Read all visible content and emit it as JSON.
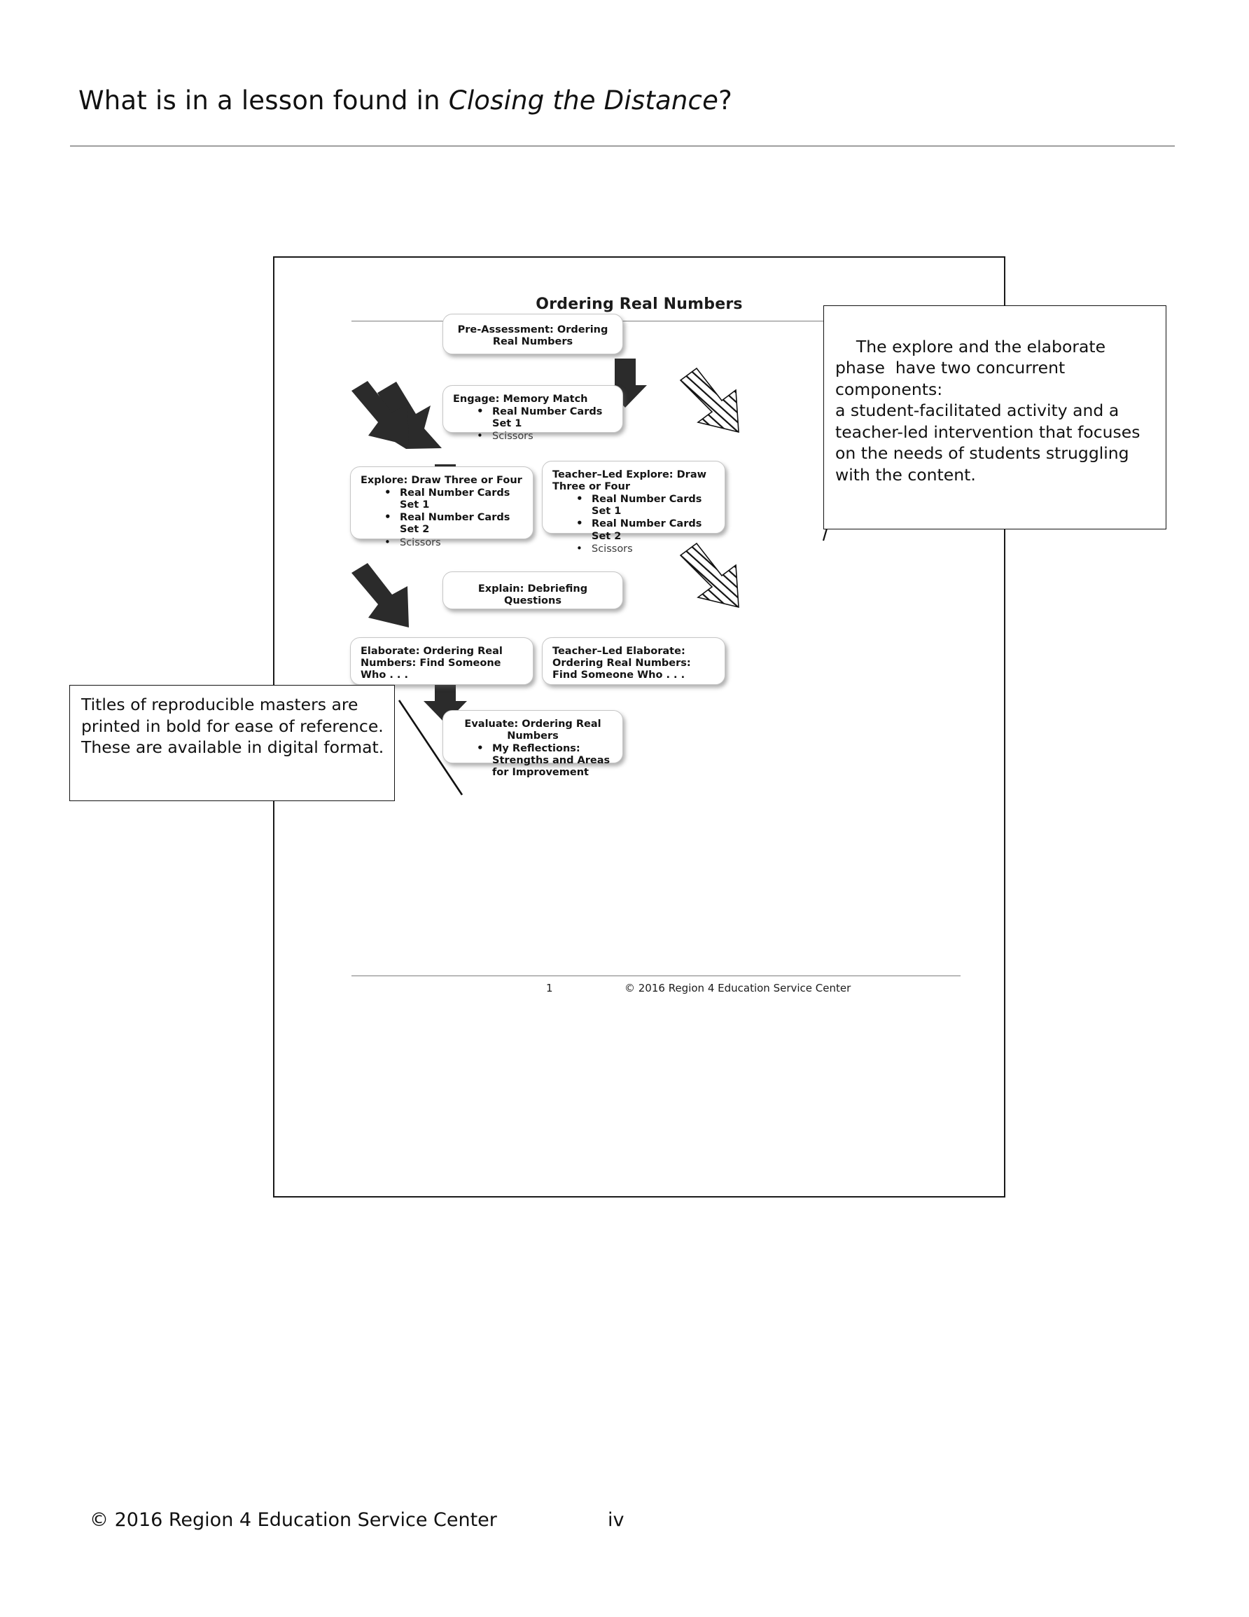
{
  "slide": {
    "title_prefix": "What is in a lesson found in ",
    "title_italic": "Closing the Distance",
    "title_suffix": "?",
    "footer_copyright": "© 2016 Region 4 Education Service Center",
    "footer_page": "iv"
  },
  "page": {
    "heading": "Ordering Real Numbers",
    "footer_page_number": "1",
    "footer_copyright": "© 2016 Region 4 Education Service Center"
  },
  "flow": {
    "pre_assessment": {
      "header": "Pre-Assessment: Ordering Real Numbers"
    },
    "engage": {
      "header": "Engage: Memory Match",
      "items": [
        {
          "text": "Real Number Cards Set 1",
          "bold": true
        },
        {
          "text": "Scissors",
          "bold": false
        }
      ]
    },
    "explore": {
      "header": "Explore: Draw Three or Four",
      "items": [
        {
          "text": "Real Number Cards Set 1",
          "bold": true
        },
        {
          "text": "Real Number Cards Set 2",
          "bold": true
        },
        {
          "text": "Scissors",
          "bold": false
        }
      ]
    },
    "teacher_led_explore": {
      "header": "Teacher–Led Explore: Draw Three or Four",
      "items": [
        {
          "text": "Real Number Cards Set 1",
          "bold": true
        },
        {
          "text": "Real Number Cards Set 2",
          "bold": true
        },
        {
          "text": "Scissors",
          "bold": false
        }
      ]
    },
    "explain": {
      "header": "Explain: Debriefing Questions"
    },
    "elaborate": {
      "header": "Elaborate: Ordering Real Numbers: Find Someone Who . . ."
    },
    "teacher_led_elaborate": {
      "header": "Teacher–Led Elaborate: Ordering Real Numbers: Find Someone Who . . ."
    },
    "evaluate": {
      "header": "Evaluate: Ordering Real Numbers",
      "items": [
        {
          "text": "My Reflections: Strengths and Areas for Improvement",
          "bold": true
        }
      ]
    }
  },
  "callouts": {
    "right": {
      "text": "The explore and the elaborate phase  have two concurrent components:\na student-facilitated activity and a teacher-led intervention that focuses on the needs of students struggling with the content."
    },
    "left": {
      "text": "Titles of reproducible masters are printed in bold for ease of reference. These are available in digital format."
    }
  },
  "colors": {
    "ink": "#111111",
    "rule": "#7d7d7d",
    "box_border": "#c6c6c6",
    "arrow_solid": "#2b2b2b"
  }
}
